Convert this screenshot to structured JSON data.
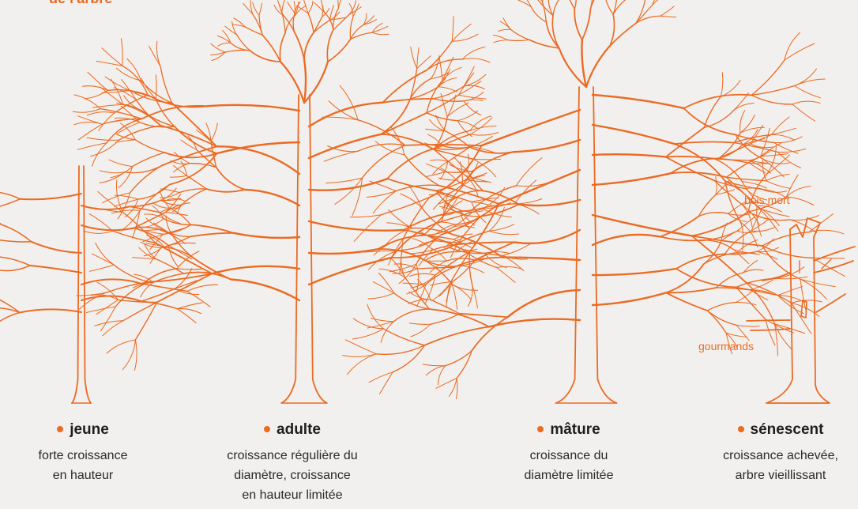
{
  "header": {
    "cut_text": "de l'arbre"
  },
  "stages": [
    {
      "id": "jeune",
      "title": "jeune",
      "desc": [
        "forte croissance",
        "en hauteur"
      ]
    },
    {
      "id": "adulte",
      "title": "adulte",
      "desc": [
        "croissance régulière du",
        "diamètre, croissance",
        "en hauteur limitée"
      ]
    },
    {
      "id": "mature",
      "title": "mâture",
      "desc": [
        "croissance du",
        "diamètre limitée"
      ]
    },
    {
      "id": "senescent",
      "title": "sénescent",
      "desc": [
        "croissance achevée,",
        "arbre vieillissant"
      ]
    }
  ],
  "annotations": {
    "dead_wood": "bois mort",
    "suckers": "gourmands"
  },
  "colors": {
    "accent": "#ec6a22",
    "text": "#1e1e1e",
    "background": "#f1f0ee"
  }
}
